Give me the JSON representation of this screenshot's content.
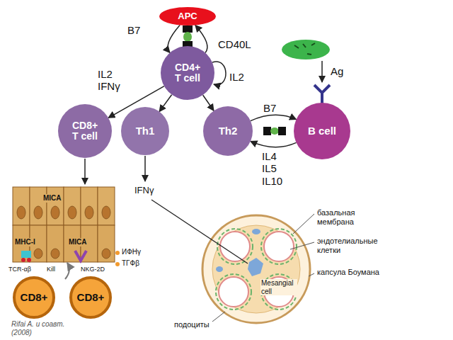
{
  "diagram": {
    "nodes": [
      {
        "text": [
          "APC"
        ]
      },
      {
        "text": [
          "CD4+ T cell"
        ]
      },
      {
        "text": [
          "CD8+ T cell"
        ]
      },
      {
        "text": [
          "Th1"
        ]
      },
      {
        "text": [
          "Th2"
        ]
      },
      {
        "text": [
          "B cell"
        ]
      },
      {
        "text": [
          "CD8+"
        ]
      },
      {
        "text": [
          "CD8+"
        ]
      }
    ],
    "edges": [
      {
        "from": 0,
        "to": 1,
        "label": "B7",
        "arrow": "to"
      },
      {
        "from": 1,
        "to": 0,
        "label": "CD40L",
        "arrow": "to"
      },
      {
        "from": 1,
        "to": 2,
        "label": "IL2 IFNγ",
        "arrow": "to"
      },
      {
        "from": 1,
        "to": 3,
        "arrow": "to"
      },
      {
        "from": 1,
        "to": 4,
        "arrow": "to"
      },
      {
        "from": 4,
        "to": 5,
        "label": "B7",
        "arrow": "to"
      },
      {
        "from": 5,
        "to": 4,
        "label": "IL4 IL5 IL10",
        "arrow": "to"
      }
    ],
    "labels": [
      "IL2",
      "Ag",
      "MICA",
      "MHC-I",
      "MICA",
      "TCR-αβ",
      "Kill",
      "NKG-2D",
      "ИФНγ",
      "ТГФβ",
      "Rifai A. и соавт. (2008)",
      "IFNγ",
      "базальная мембрана",
      "эндотелиальные клетки",
      "капсула Боумана",
      "Mesangial cell",
      "подоциты"
    ]
  }
}
